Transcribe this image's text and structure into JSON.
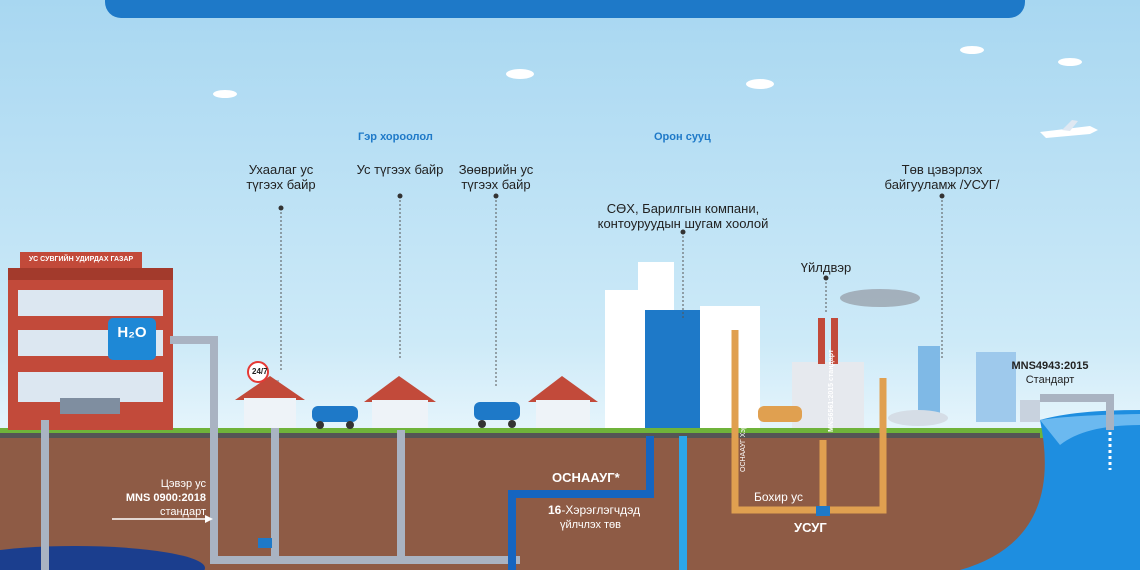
{
  "zones": {
    "ger": "Гэр хороолол",
    "apartment": "Орон сууц"
  },
  "labels": {
    "kiosk_connected": "Ухаалаг ус\nтүгээх байр",
    "kiosk": "Ус түгээх байр",
    "kiosk_mobile": "Зөөврийн ус\nтүгээх байр",
    "soh": "СӨХ, Барилгын компани,\nконтоуруудын шугам хоолой",
    "factory": "Үйлдвэр",
    "treatment": "Төв цэвэрлэх\nбайгууламж /УСУГ/",
    "utility_sign": "УС СУВГИЙН УДИРДАХ ГАЗАР",
    "h2o": "H₂O",
    "badge_247": "24/7",
    "mns4943": "MNS4943:2015",
    "mns4943_std": "Стандарт",
    "clean_water": "Цэвэр ус",
    "mns0900": "MNS 0900:2018",
    "mns0900_std": "стандарт",
    "osnaaug": "ОСНААУГ*",
    "service_num": "16",
    "service_line1": "-Хэрэглэгчдэд",
    "service_line2": "үйлчлэх төв",
    "bohir": "Бохир ус",
    "usug": "УСУГ",
    "mns6561": "MNS6561:2015",
    "mns6561_std": "стандарт",
    "osnaaug_vertical": "ОСНААУГ Хэрэглээний"
  },
  "colors": {
    "sky": "#a8d7f1",
    "soil": "#8e5b45",
    "grass": "#6fb33a",
    "header": "#1e79c8",
    "clean_pipe": "#1565c0",
    "waste_pipe": "#e0a050",
    "gray_pipe": "#a9b3c2",
    "building": "#c24a3a"
  }
}
